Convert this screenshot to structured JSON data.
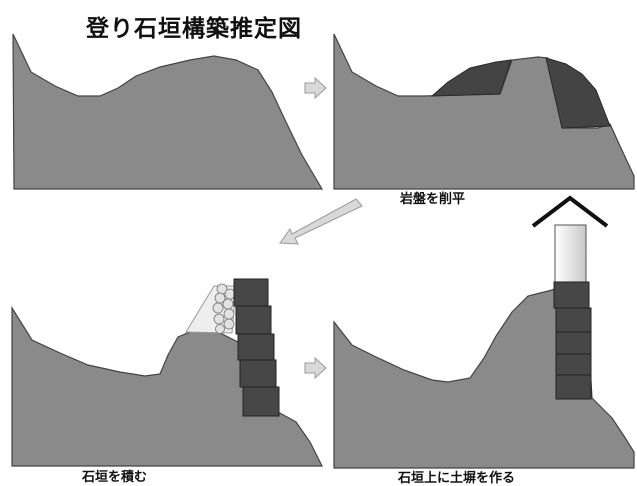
{
  "diagram": {
    "title": "登り石垣構築推定図",
    "captions": {
      "panel_2": "岩盤を削平",
      "panel_3": "石垣を積む",
      "panel_4": "石垣上に土塀を作る"
    },
    "colors": {
      "ground": "#8a8a8a",
      "ground_stroke": "#444444",
      "cut_rock": "#444444",
      "stone": "#474747",
      "stone_stroke": "#222222",
      "fill_stones": "#e2e2e2",
      "slope_fill": "#eeeeee",
      "arrow_fill": "#d9d9d9",
      "arrow_stroke": "#9a9a9a",
      "wall": "#f2f2f2",
      "roof": "#111111"
    }
  }
}
